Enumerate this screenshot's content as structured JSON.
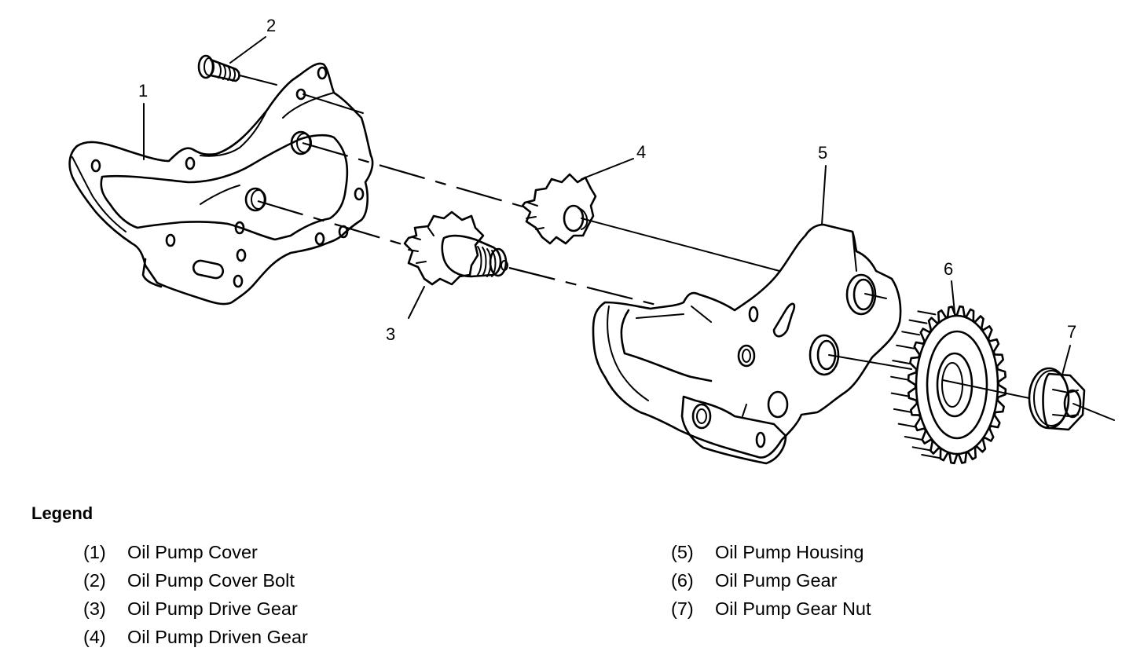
{
  "diagram": {
    "subject": "Oil pump exploded view",
    "callouts": [
      {
        "number": "1",
        "part": "Oil Pump Cover"
      },
      {
        "number": "2",
        "part": "Oil Pump Cover Bolt"
      },
      {
        "number": "3",
        "part": "Oil Pump Drive Gear"
      },
      {
        "number": "4",
        "part": "Oil Pump Driven Gear"
      },
      {
        "number": "5",
        "part": "Oil Pump Housing"
      },
      {
        "number": "6",
        "part": "Oil Pump Gear"
      },
      {
        "number": "7",
        "part": "Oil Pump Gear Nut"
      }
    ]
  },
  "legend": {
    "title": "Legend",
    "column_left": [
      {
        "num": "(1)",
        "label": "Oil Pump Cover"
      },
      {
        "num": "(2)",
        "label": "Oil Pump Cover Bolt"
      },
      {
        "num": "(3)",
        "label": "Oil Pump Drive Gear"
      },
      {
        "num": "(4)",
        "label": "Oil Pump Driven Gear"
      }
    ],
    "column_right": [
      {
        "num": "(5)",
        "label": "Oil Pump Housing"
      },
      {
        "num": "(6)",
        "label": "Oil Pump Gear"
      },
      {
        "num": "(7)",
        "label": "Oil Pump Gear Nut"
      }
    ]
  }
}
